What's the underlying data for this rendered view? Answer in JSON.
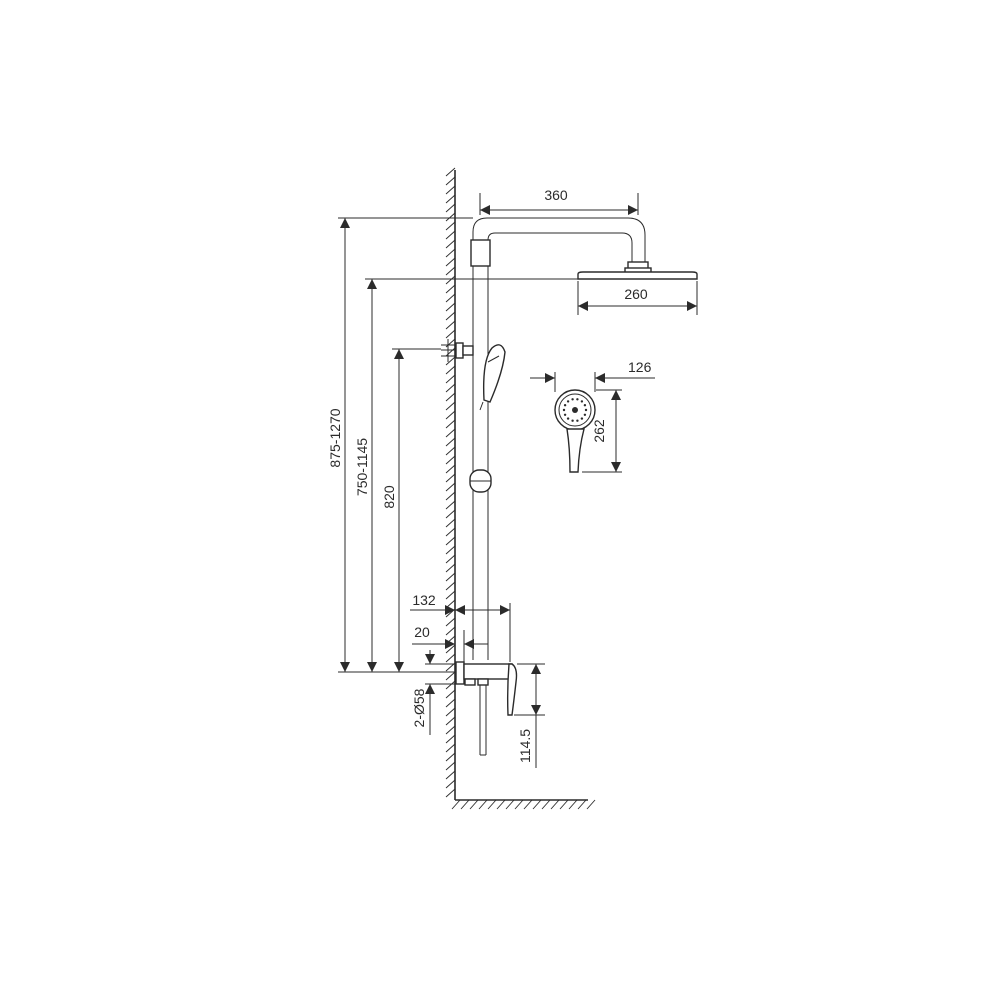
{
  "dimensions": {
    "arm_reach": "360",
    "head_width": "260",
    "hand_shower_width": "126",
    "hand_shower_length": "262",
    "height_overall": "875-1270",
    "height_head": "750-1145",
    "height_holder": "820",
    "mixer_projection": "132",
    "wall_offset": "20",
    "inlet_spec": "2-Ø58",
    "mixer_height": "114.5"
  },
  "colors": {
    "line": "#2b2b2b",
    "background": "#ffffff"
  }
}
